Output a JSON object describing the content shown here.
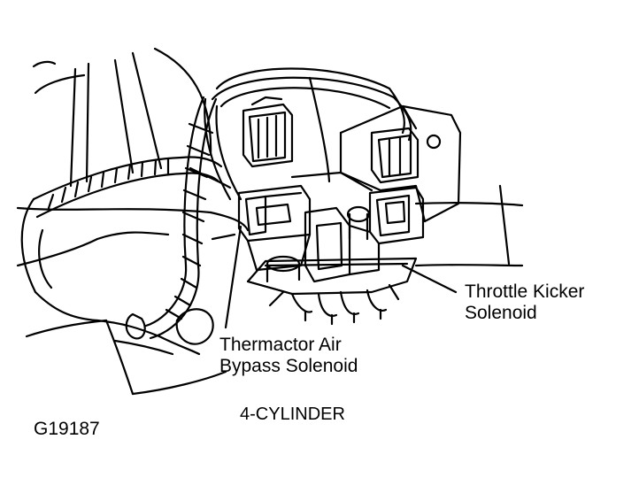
{
  "labels": {
    "throttle_kicker": {
      "line1": "Throttle Kicker",
      "line2": "Solenoid"
    },
    "thermactor": {
      "line1": "Thermactor Air",
      "line2": "Bypass Solenoid"
    }
  },
  "caption": "4-CYLINDER",
  "figure_id": "G19187",
  "colors": {
    "ink": "#000000",
    "paper": "#ffffff"
  }
}
